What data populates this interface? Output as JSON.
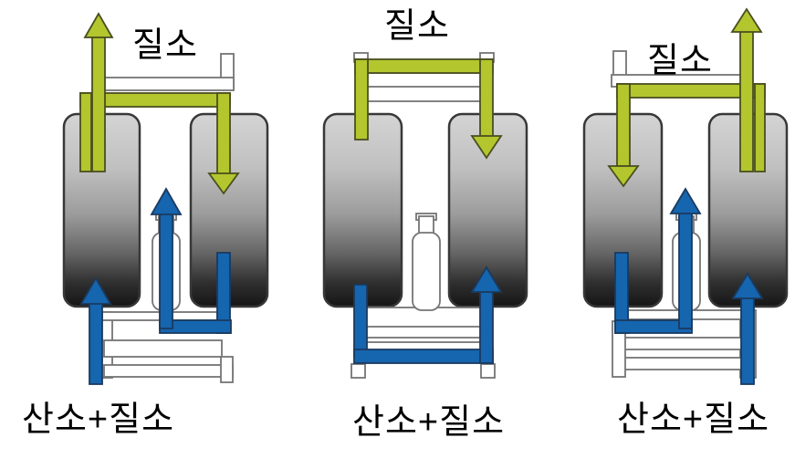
{
  "diagram": "pressure-swing-adsorption-3-step-process",
  "colors": {
    "nitrogen-green": "#b3c62e",
    "feed-blue": "#1565af",
    "vessel-outline": "#383838",
    "pipe-outline": "#757575",
    "label-color": "#000000",
    "background": "#ffffff",
    "vessel-gradient-top": "#d4d4d4",
    "vessel-gradient-bottom": "#161616"
  },
  "panels": [
    {
      "step": 1,
      "top_label": "질소",
      "bottom_label": "산소+질소",
      "arrows": {
        "nitrogen_product": "up-out-of-left-vessel",
        "nitrogen_purge": "down-into-right-vessel",
        "feed": "up-into-left-vessel",
        "exhaust": "up-between-vessels"
      }
    },
    {
      "step": 2,
      "top_label": "질소",
      "bottom_label": "산소+질소",
      "arrows": {
        "nitrogen_transfer": "from-left-vessel-down-into-right-vessel",
        "feed": "up-into-right-vessel"
      }
    },
    {
      "step": 3,
      "top_label": "질소",
      "bottom_label": "산소+질소",
      "arrows": {
        "nitrogen_product": "up-out-of-right-vessel",
        "nitrogen_purge": "down-into-left-vessel",
        "feed": "up-into-right-vessel",
        "exhaust": "up-between-vessels"
      }
    }
  ]
}
